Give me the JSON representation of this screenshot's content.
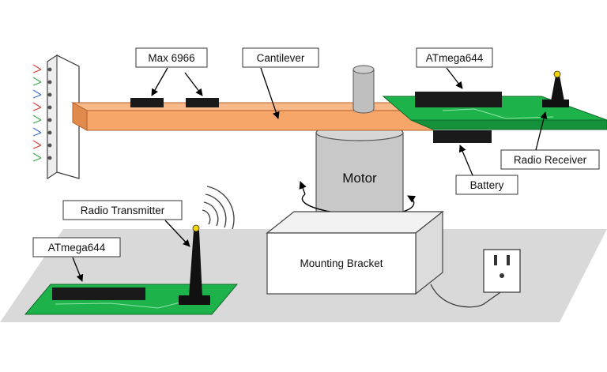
{
  "labels": {
    "max6966": "Max 6966",
    "cantilever": "Cantilever",
    "atmega_top": "ATmega644",
    "motor": "Motor",
    "radio_receiver": "Radio Receiver",
    "battery": "Battery",
    "radio_transmitter": "Radio Transmitter",
    "atmega_bottom": "ATmega644",
    "mounting_bracket": "Mounting Bracket"
  },
  "colors": {
    "cantilever": "#f7a66a",
    "pcb": "#1db34a",
    "floor": "#d9d9d9",
    "motor": "#c8c8c8"
  }
}
